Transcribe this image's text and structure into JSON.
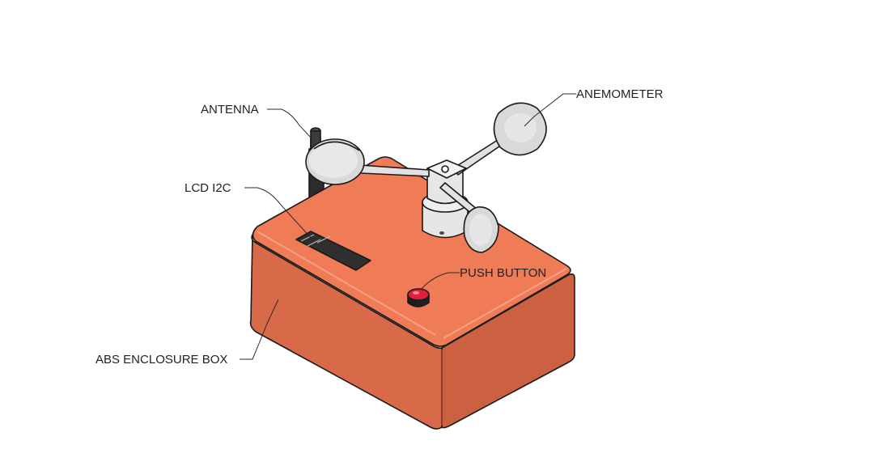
{
  "labels": {
    "antenna": "ANTENNA",
    "anemometer": "ANEMOMETER",
    "lcd": "LCD I2C",
    "push_button": "PUSH BUTTON",
    "enclosure": "ABS ENCLOSURE BOX"
  },
  "colors": {
    "box_top": "#f07b57",
    "box_front": "#d86a4a",
    "box_side": "#cc6142",
    "cup_fill": "#d9d9d9",
    "hub_fill": "#e6e6e6",
    "button_red": "#e0203a",
    "lcd_fill": "#2f2f2f"
  }
}
